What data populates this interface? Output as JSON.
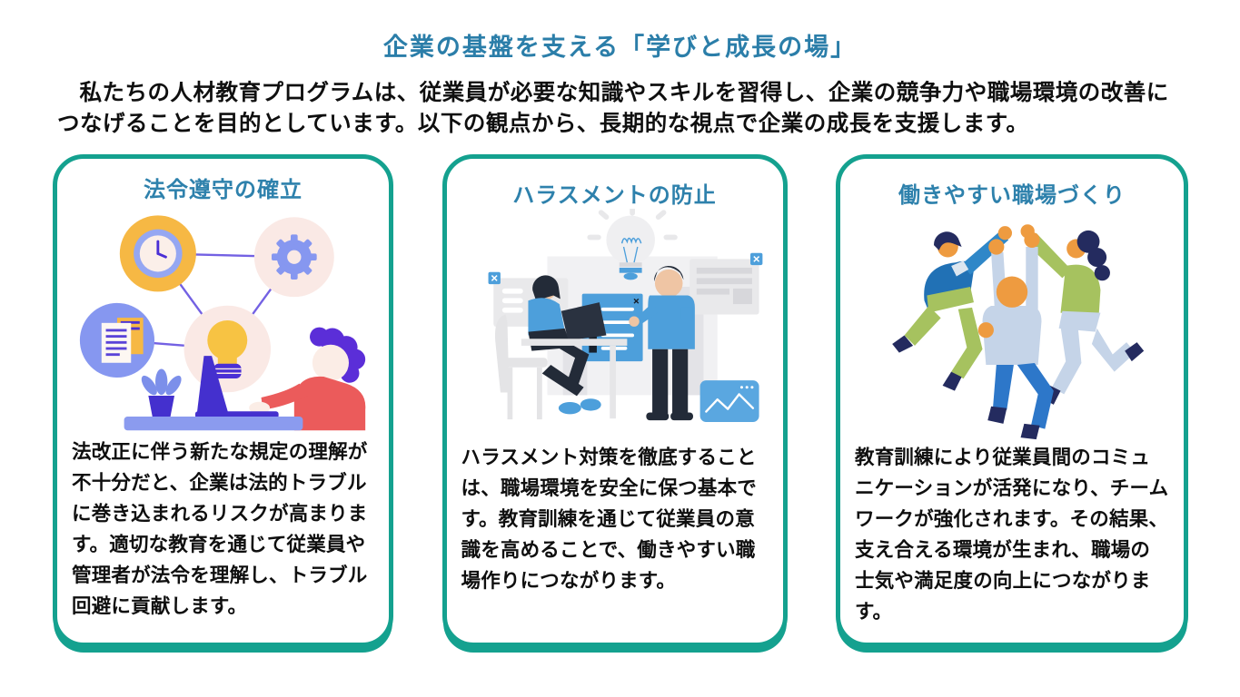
{
  "header": {
    "title": "企業の基盤を支える「学びと成長の場」",
    "intro": "私たちの人材教育プログラムは、従業員が必要な知識やスキルを習得し、企業の競争力や職場環境の改善につなげることを目的としています。以下の観点から、長期的な視点で企業の成長を支援します。"
  },
  "cards": [
    {
      "title": "法令遵守の確立",
      "body": "法改正に伴う新たな規定の理解が不十分だと、企業は法的トラブルに巻き込まれるリスクが高まります。適切な教育を通じて従業員や管理者が法令を理解し、トラブル回避に貢献します。",
      "illustration": "compliance-network-person-at-laptop"
    },
    {
      "title": "ハラスメントの防止",
      "body": "ハラスメント対策を徹底することは、職場環境を安全に保つ基本です。教育訓練を通じて従業員の意識を高めることで、働きやすい職場作りにつながります。",
      "illustration": "training-presentation-scene"
    },
    {
      "title": "働きやすい職場づくり",
      "body": "教育訓練により従業員間のコミュニケーションが活発になり、チームワークが強化されます。その結果、支え合える環境が生まれ、職場の士気や満足度の向上につながります。",
      "illustration": "team-high-five"
    }
  ],
  "colors": {
    "title_blue": "#2B7EA9",
    "card_title_blue": "#2E81AC",
    "card_border_teal": "#14A18F",
    "body_text": "#0F0F0F"
  }
}
